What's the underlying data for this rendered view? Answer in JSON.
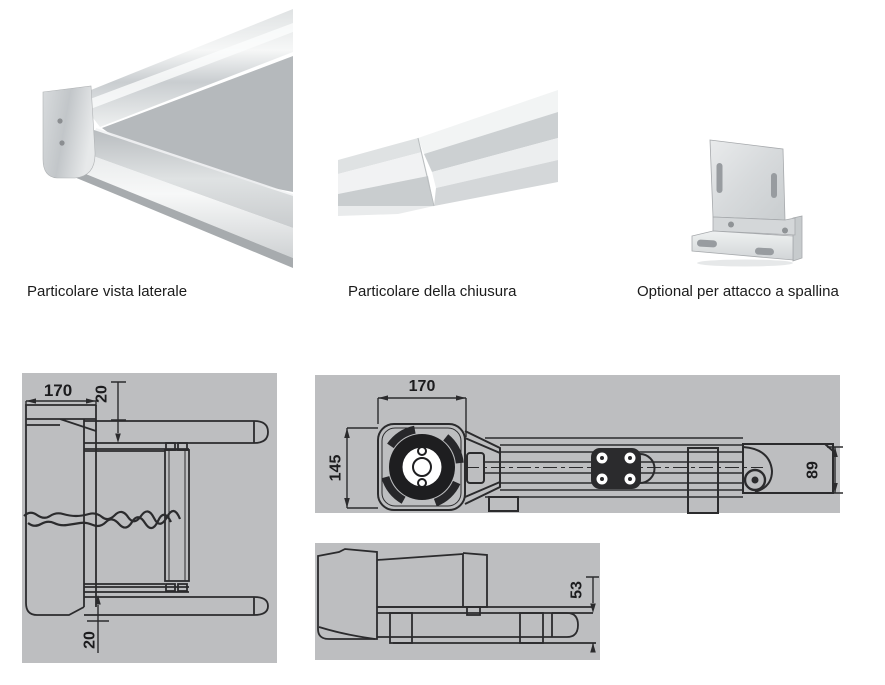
{
  "photos": {
    "side_detail": {
      "caption": "Particolare vista laterale"
    },
    "closure_detail": {
      "caption": "Particolare della chiusura"
    },
    "optional_bracket": {
      "caption": "Optional per attacco a spallina"
    }
  },
  "drawings": {
    "front_view": {
      "width": "170",
      "top_offset": "20",
      "bottom_offset": "20"
    },
    "plan_view": {
      "width": "170",
      "height": "145",
      "end_height": "89"
    },
    "side_view": {
      "height": "53"
    }
  },
  "colors": {
    "background": "#ffffff",
    "drawing_panel": "#bdbec0",
    "drawing_line": "#2b2b2d",
    "dimension_text": "#1c1c1e",
    "caption_text": "#1b1b1b"
  }
}
